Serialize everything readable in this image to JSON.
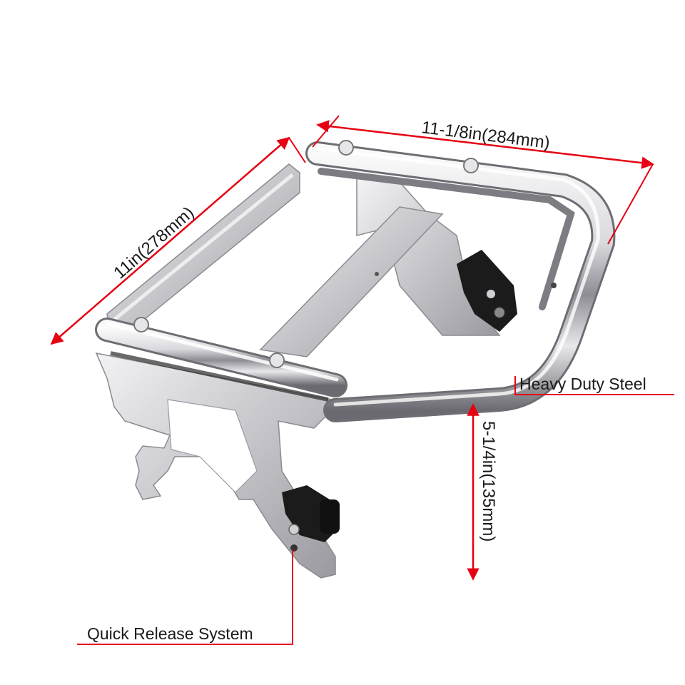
{
  "labels": {
    "width": "11-1/8in(284mm)",
    "depth": "11in(278mm)",
    "height": "5-1/4in(135mm)",
    "material": "Heavy Duty Steel",
    "feature": "Quick Release System"
  },
  "colors": {
    "annotation": "#e60012",
    "chrome_light": "#f4f4f6",
    "chrome_dark": "#6e6e74",
    "latch": "#1b1b1b"
  }
}
